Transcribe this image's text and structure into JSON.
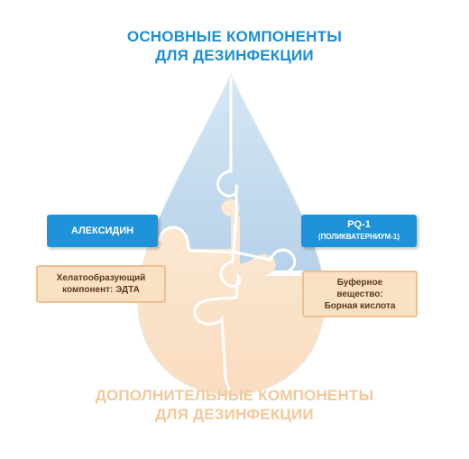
{
  "title_top": {
    "line1": "ОСНОВНЫЕ КОМПОНЕНТЫ",
    "line2": "ДЛЯ ДЕЗИНФЕКЦИИ"
  },
  "title_bottom": {
    "line1": "ДОПОЛНИТЕЛЬНЫЕ КОМПОНЕНТЫ",
    "line2": "ДЛЯ ДЕЗИНФЕКЦИИ"
  },
  "labels": {
    "alexidine": "АЛЕКСИДИН",
    "pq1": {
      "main": "PQ-1",
      "sub": "(ПОЛИКВАТЕРНИУМ-1)"
    },
    "chelating": {
      "line1": "Хелатообразующий",
      "line2": "компонент: ЭДТА"
    },
    "buffer": {
      "line1": "Буферное",
      "line2": "вещество:",
      "line3": "Борная кислота"
    }
  },
  "colors": {
    "top_blue": "#1a8fd6",
    "bottom_orange": "#f4c89b",
    "drop_blue": "#c4dcef",
    "drop_orange": "#fbe3c8"
  }
}
